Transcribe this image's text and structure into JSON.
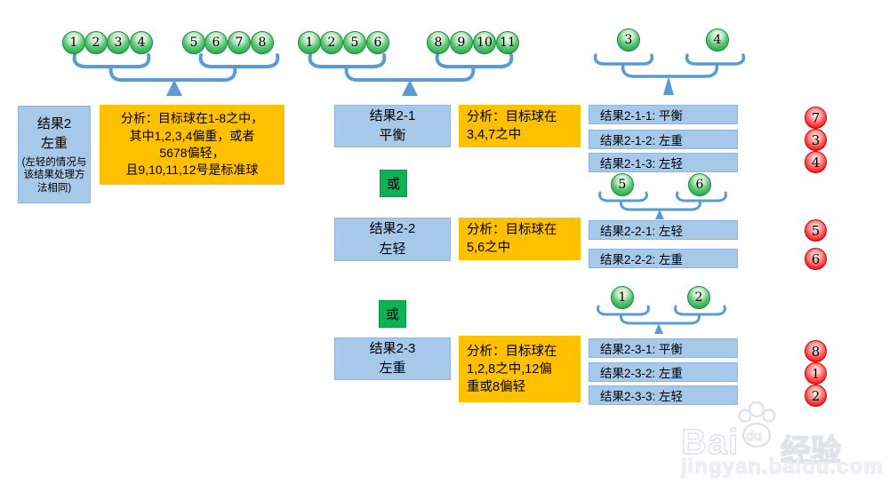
{
  "colors": {
    "beam_blue": "#5B9BD5",
    "box_blue": "#A6C9E9",
    "box_orange": "#FFC000",
    "or_green": "#0FB155",
    "ball_green": "#2AAA4D",
    "ball_red": "#EE0000"
  },
  "scales": [
    {
      "name": "weigh-1234-vs-5678",
      "left": [
        "1",
        "2",
        "3",
        "4"
      ],
      "right": [
        "5",
        "6",
        "7",
        "8"
      ]
    },
    {
      "name": "weigh-1256-vs-891011",
      "left": [
        "1",
        "2",
        "5",
        "6"
      ],
      "right": [
        "8",
        "9",
        "10",
        "11"
      ]
    },
    {
      "name": "weigh-3-vs-4",
      "left": [
        "3"
      ],
      "right": [
        "4"
      ]
    },
    {
      "name": "weigh-5-vs-6",
      "left": [
        "5"
      ],
      "right": [
        "6"
      ]
    },
    {
      "name": "weigh-1-vs-2",
      "left": [
        "1"
      ],
      "right": [
        "2"
      ]
    }
  ],
  "result2": {
    "line1": "结果2",
    "line2": "左重",
    "note": "(左轻的情况与该结果处理方法相同)"
  },
  "analysis_main": {
    "lines": [
      "分析：目标球在1-8之中，",
      "其中1,2,3,4偏重，或者",
      "5678偏轻，",
      "且9,10,11,12号是标准球"
    ]
  },
  "or_label": "或",
  "branch1": {
    "result": {
      "line1": "结果2-1",
      "line2": "平衡"
    },
    "analysis": {
      "lines": [
        "分析：目标球在",
        "3,4,7之中"
      ]
    },
    "rows": [
      {
        "label": "结果2-1-1: 平衡"
      },
      {
        "label": "结果2-1-2: 左重"
      },
      {
        "label": "结果2-1-3: 左轻"
      }
    ],
    "answers": [
      "7",
      "3",
      "4"
    ]
  },
  "branch2": {
    "result": {
      "line1": "结果2-2",
      "line2": "左轻"
    },
    "analysis": {
      "lines": [
        "分析：目标球在",
        "5,6之中"
      ]
    },
    "rows": [
      {
        "label": "结果2-2-1: 左轻"
      },
      {
        "label": "结果2-2-2: 左重"
      }
    ],
    "answers": [
      "5",
      "6"
    ]
  },
  "branch3": {
    "result": {
      "line1": "结果2-3",
      "line2": "左重"
    },
    "analysis": {
      "lines": [
        "分析：目标球在",
        "1,2,8之中,12偏",
        "重或8偏轻"
      ]
    },
    "rows": [
      {
        "label": "结果2-3-1: 平衡"
      },
      {
        "label": "结果2-3-2: 左重"
      },
      {
        "label": "结果2-3-3: 左轻"
      }
    ],
    "answers": [
      "8",
      "1",
      "2"
    ]
  },
  "watermark": {
    "brand_prefix": "Bai",
    "brand_mid": "du",
    "brand_suffix": "经验",
    "url": "jingyan.baidu.com"
  }
}
